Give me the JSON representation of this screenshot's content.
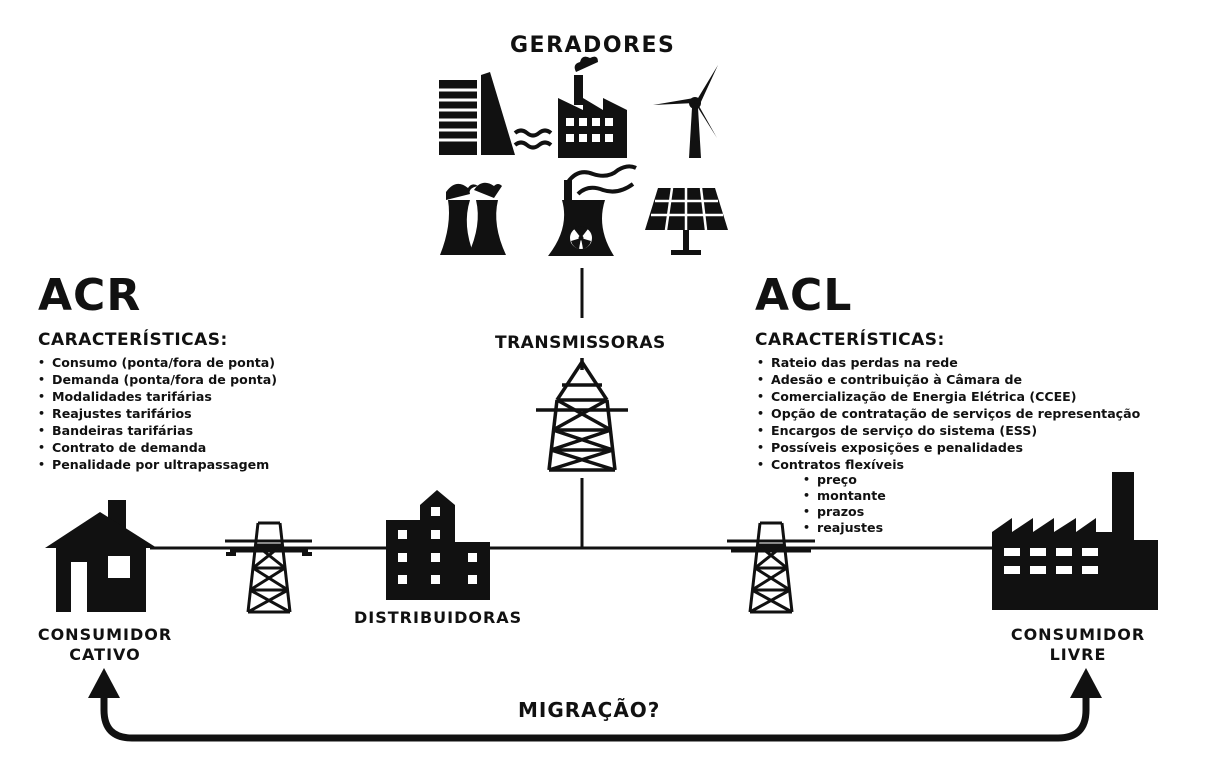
{
  "generators": {
    "title": "GERADORES"
  },
  "transmission": {
    "label": "TRANSMISSORAS"
  },
  "distribution": {
    "label": "DISTRIBUIDORAS"
  },
  "acr": {
    "title": "ACR",
    "heading": "CARACTERÍSTICAS:",
    "items": [
      "Consumo (ponta/fora de ponta)",
      "Demanda (ponta/fora de ponta)",
      "Modalidades tarifárias",
      "Reajustes tarifários",
      "Bandeiras tarifárias",
      "Contrato de demanda",
      "Penalidade por ultrapassagem"
    ]
  },
  "acl": {
    "title": "ACL",
    "heading": "CARACTERÍSTICAS:",
    "items": [
      "Rateio das perdas na rede",
      "Adesão e contribuição à Câmara de",
      "Comercialização de Energia Elétrica (CCEE)",
      "Opção de contratação de serviços de representação",
      "Encargos de serviço do sistema (ESS)",
      "Possíveis exposições e penalidades",
      "Contratos flexíveis"
    ],
    "sub_items": [
      "preço",
      "montante",
      "prazos",
      "reajustes"
    ]
  },
  "consumers": {
    "captive_line1": "CONSUMIDOR",
    "captive_line2": "CATIVO",
    "free_line1": "CONSUMIDOR",
    "free_line2": "LIVRE"
  },
  "migration": {
    "label": "MIGRAÇÃO?"
  },
  "icons": [
    "hydro-dam-icon",
    "factory-icon",
    "wind-turbine-icon",
    "cooling-tower-icon",
    "nuclear-plant-icon",
    "solar-panel-icon",
    "transmission-tower-icon",
    "house-icon",
    "building-icon"
  ],
  "colors": {
    "ink": "#111111",
    "background": "#ffffff"
  }
}
